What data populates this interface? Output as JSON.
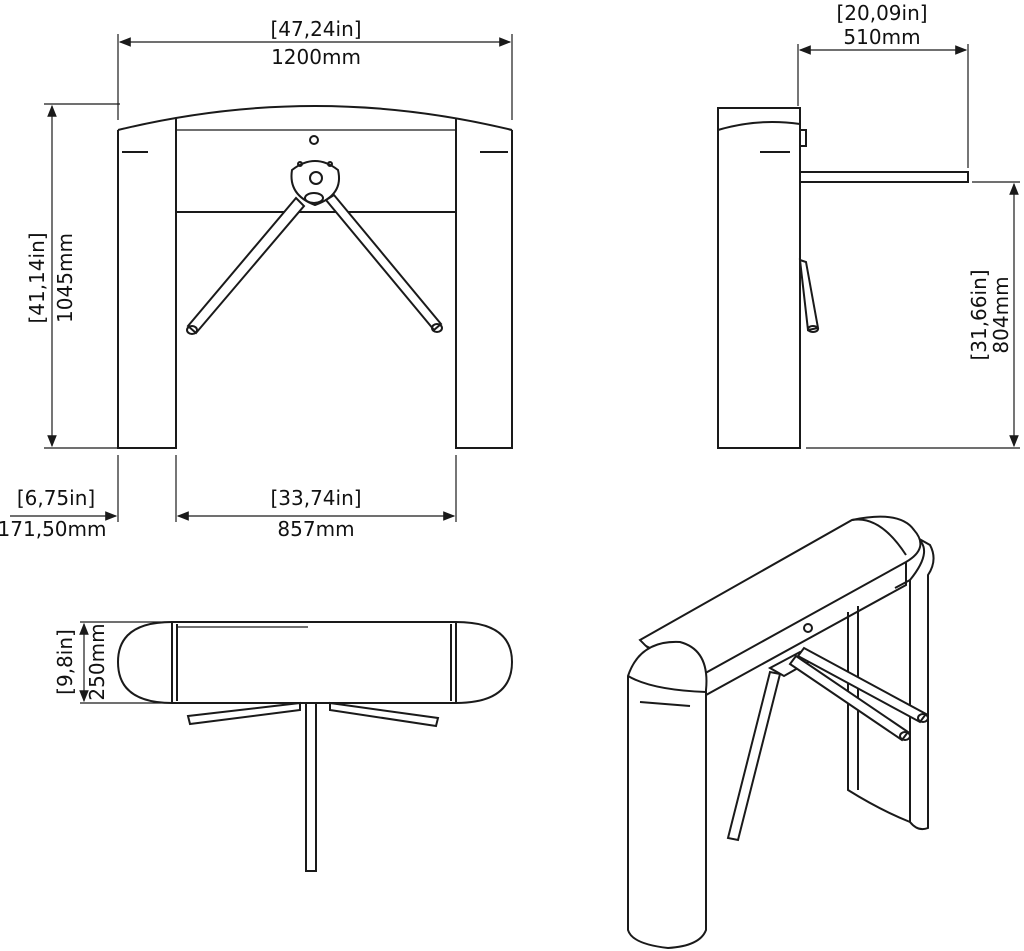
{
  "dimensions": {
    "front_width_in": "[47,24in]",
    "front_width_mm": "1200mm",
    "front_height_in": "[41,14in]",
    "front_height_mm": "1045mm",
    "side_depth_in": "[20,09in]",
    "side_depth_mm": "510mm",
    "arm_height_in": "[31,66in]",
    "arm_height_mm": "804mm",
    "post_width_in": "[6,75in]",
    "post_width_mm": "171,50mm",
    "passage_width_in": "[33,74in]",
    "passage_width_mm": "857mm",
    "top_depth_in": "[9,8in]",
    "top_depth_mm": "250mm"
  },
  "colors": {
    "line": "#1a1a1a",
    "background": "#ffffff"
  }
}
